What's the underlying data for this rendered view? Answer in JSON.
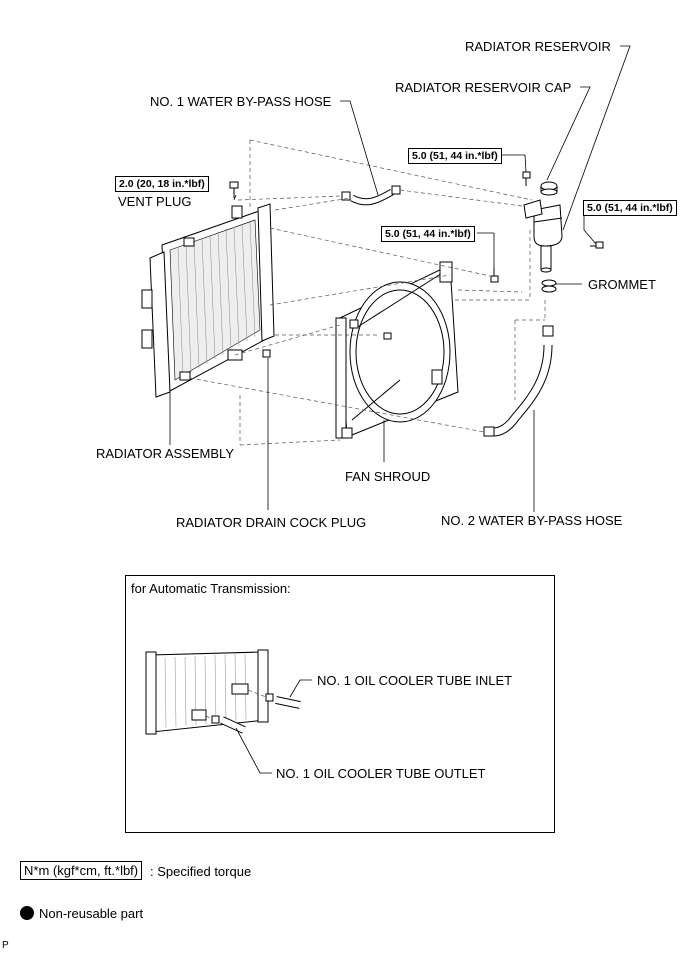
{
  "labels": {
    "radiator_reservoir": "RADIATOR RESERVOIR",
    "radiator_reservoir_cap": "RADIATOR RESERVOIR CAP",
    "no1_water_bypass_hose": "NO. 1 WATER BY-PASS HOSE",
    "vent_plug": "VENT PLUG",
    "grommet": "GROMMET",
    "radiator_assembly": "RADIATOR ASSEMBLY",
    "fan_shroud": "FAN SHROUD",
    "radiator_drain_cock_plug": "RADIATOR DRAIN COCK PLUG",
    "no2_water_bypass_hose": "NO. 2 WATER BY-PASS HOSE"
  },
  "torques": {
    "vent_plug": "2.0 (20, 18 in.*lbf)",
    "reservoir_top": "5.0 (51, 44 in.*lbf)",
    "reservoir_right": "5.0 (51, 44 in.*lbf)",
    "shroud": "5.0 (51, 44 in.*lbf)"
  },
  "inset": {
    "title": "for Automatic Transmission:",
    "inlet_label": "NO. 1 OIL COOLER TUBE INLET",
    "outlet_label": "NO. 1 OIL COOLER TUBE OUTLET"
  },
  "legend": {
    "torque_unit": "N*m (kgf*cm, ft.*lbf)",
    "torque_desc": ": Specified torque",
    "nonreusable": "Non-reusable part"
  },
  "corner_mark": "P"
}
